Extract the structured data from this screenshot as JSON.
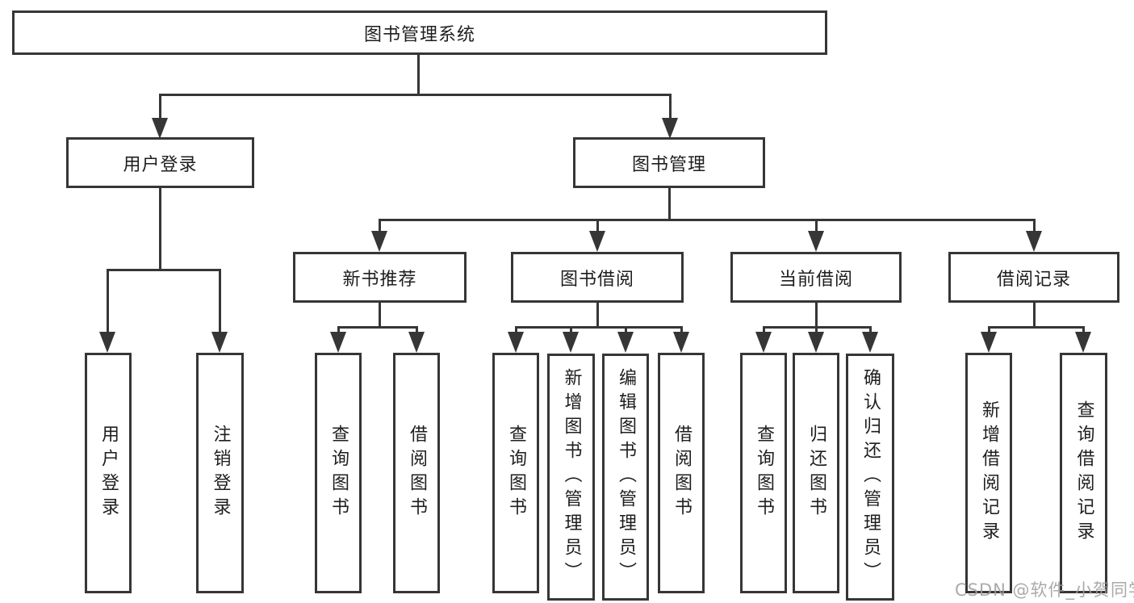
{
  "diagram": {
    "root": "图书管理系统",
    "level1": [
      "用户登录",
      "图书管理"
    ],
    "level2": [
      "新书推荐",
      "图书借阅",
      "当前借阅",
      "借阅记录"
    ],
    "leaves_user_login": [
      "用户登录",
      "注销登录"
    ],
    "leaves_new_book": [
      "查询图书",
      "借阅图书"
    ],
    "leaves_book_borrow": [
      "查询图书",
      "新增图书（管理员）",
      "编辑图书（管理员）",
      "借阅图书"
    ],
    "leaves_current_borrow": [
      "查询图书",
      "归还图书",
      "确认归还（管理员）"
    ],
    "leaves_borrow_records": [
      "新增借阅记录",
      "查询借阅记录"
    ]
  },
  "watermark": "CSDN @软件_小贺同学",
  "colors": {
    "line": "#363636",
    "text": "#1e1e1e",
    "background": "#ffffff",
    "watermark": "#9e9e9e"
  }
}
